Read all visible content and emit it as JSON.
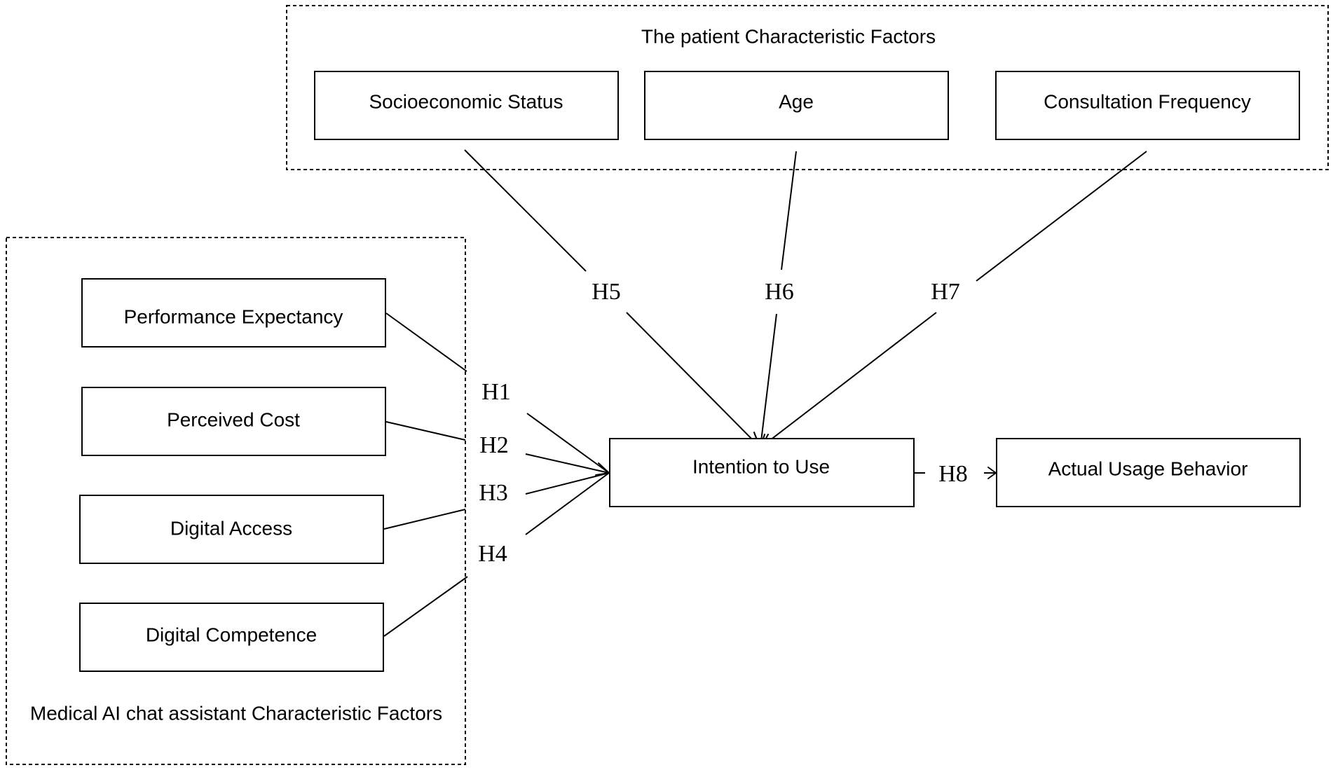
{
  "groups": {
    "patient": {
      "label": "The patient Characteristic Factors"
    },
    "ai": {
      "label": "Medical AI chat assistant Characteristic Factors"
    }
  },
  "boxes": {
    "socioeconomic": "Socioeconomic Status",
    "age": "Age",
    "consultation": "Consultation Frequency",
    "performance": "Performance Expectancy",
    "cost": "Perceived Cost",
    "access": "Digital Access",
    "competence": "Digital Competence",
    "intention": "Intention to Use",
    "behavior": "Actual Usage Behavior"
  },
  "hypotheses": {
    "h1": "H1",
    "h2": "H2",
    "h3": "H3",
    "h4": "H4",
    "h5": "H5",
    "h6": "H6",
    "h7": "H7",
    "h8": "H8"
  }
}
